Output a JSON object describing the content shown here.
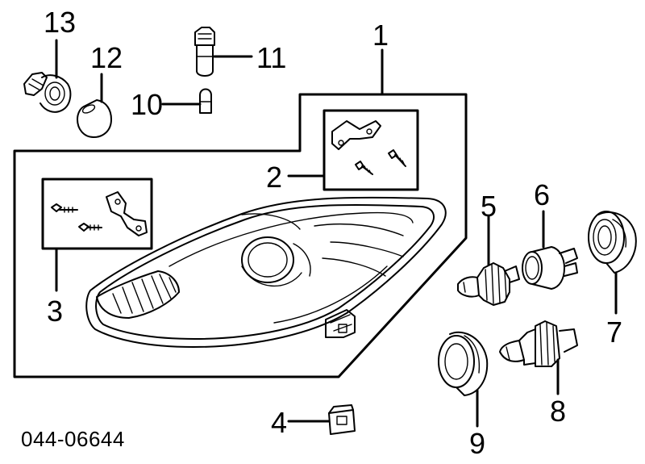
{
  "callouts": [
    "1",
    "2",
    "3",
    "4",
    "5",
    "6",
    "7",
    "8",
    "9",
    "10",
    "11",
    "12",
    "13"
  ],
  "diagram_code": "044-06644"
}
